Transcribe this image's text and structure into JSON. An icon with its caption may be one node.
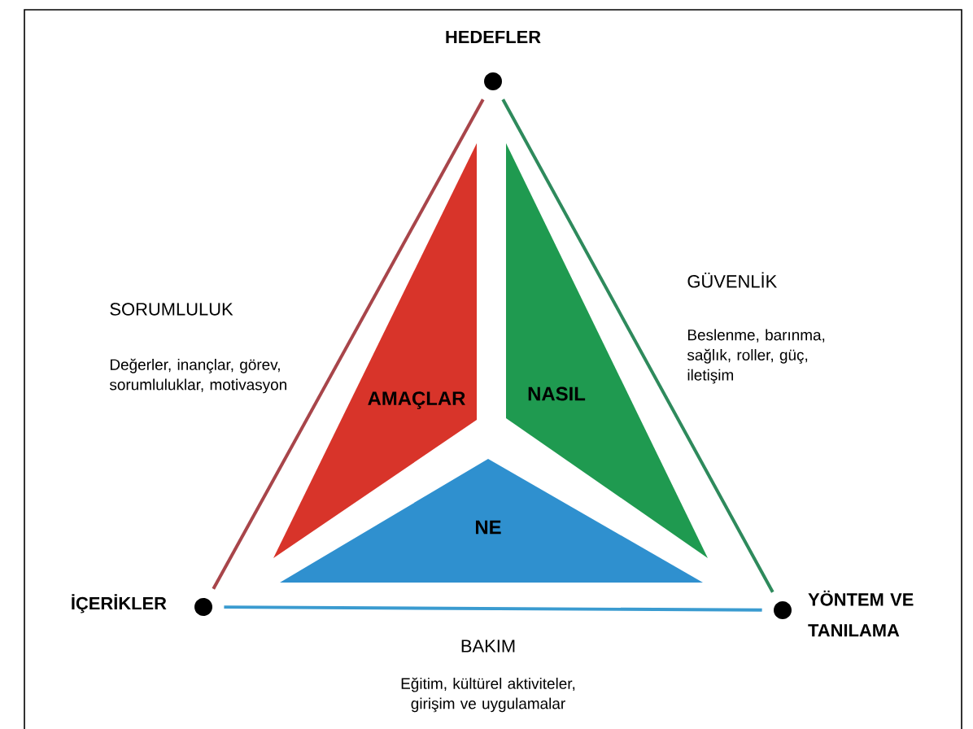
{
  "diagram": {
    "nodes": [
      {
        "text": [],
        "shape": "circle",
        "beside": [
          "HEDEFLER"
        ]
      },
      {
        "text": [],
        "shape": "circle",
        "beside": [
          "İÇERİKLER"
        ]
      },
      {
        "text": [],
        "shape": "circle",
        "beside": [
          "YÖNTEM VE TANILAMA"
        ]
      },
      {
        "text": [
          "AMAÇLAR"
        ]
      },
      {
        "text": [
          "NASIL"
        ]
      },
      {
        "text": [
          "NE"
        ]
      }
    ],
    "edges": [
      {
        "from": 0,
        "to": 1,
        "arrow": "none",
        "color": "#a8454a"
      },
      {
        "from": 0,
        "to": 2,
        "arrow": "none",
        "color": "#2e8a5c"
      },
      {
        "from": 1,
        "to": 2,
        "arrow": "none",
        "color": "#3a9bd0"
      }
    ],
    "labels": [
      "SORUMLULUK",
      "Değerler, inançlar, görev, sorumluluklar, motivasyon",
      "GÜVENLİK",
      "Beslenme, barınma, sağlık, roller, güç, iletişim",
      "BAKIM",
      "Eğitim, kültürel aktiviteler, girişim ve uygulamalar"
    ]
  }
}
